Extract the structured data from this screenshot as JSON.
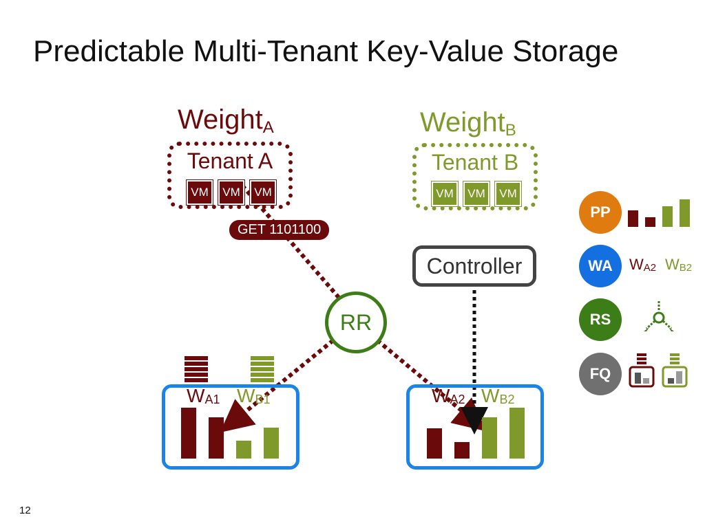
{
  "title": "Predictable Multi-Tenant Key-Value Storage",
  "colors": {
    "tenant_a": "#6b0a0a",
    "tenant_b": "#7f9a2a",
    "server": "#1b84e6",
    "rr": "#3d7d18",
    "controller": "#444444"
  },
  "weight_a": {
    "main": "Weight",
    "sub": "A"
  },
  "weight_b": {
    "main": "Weight",
    "sub": "B"
  },
  "tenant_a": {
    "label": "Tenant A",
    "vms": [
      "VM",
      "VM",
      "VM"
    ]
  },
  "tenant_b": {
    "label": "Tenant B",
    "vms": [
      "VM",
      "VM",
      "VM"
    ]
  },
  "request_label": "GET 1101100",
  "controller_label": "Controller",
  "rr_label": "RR",
  "server_1": {
    "wa": {
      "main": "W",
      "sub": "A1"
    },
    "wb": {
      "main": "W",
      "sub": "B1"
    }
  },
  "server_2": {
    "wa": {
      "main": "W",
      "sub": "A2"
    },
    "wb": {
      "main": "W",
      "sub": "B2"
    }
  },
  "legend": {
    "pp": {
      "label": "PP",
      "color": "#e07b10"
    },
    "wa": {
      "label": "WA",
      "color": "#1470e0",
      "w1": {
        "main": "W",
        "sub": "A2"
      },
      "w2": {
        "main": "W",
        "sub": "B2"
      }
    },
    "rs": {
      "label": "RS",
      "color": "#3d7d18"
    },
    "fq": {
      "label": "FQ",
      "color": "#707070"
    }
  },
  "page_number": "12"
}
